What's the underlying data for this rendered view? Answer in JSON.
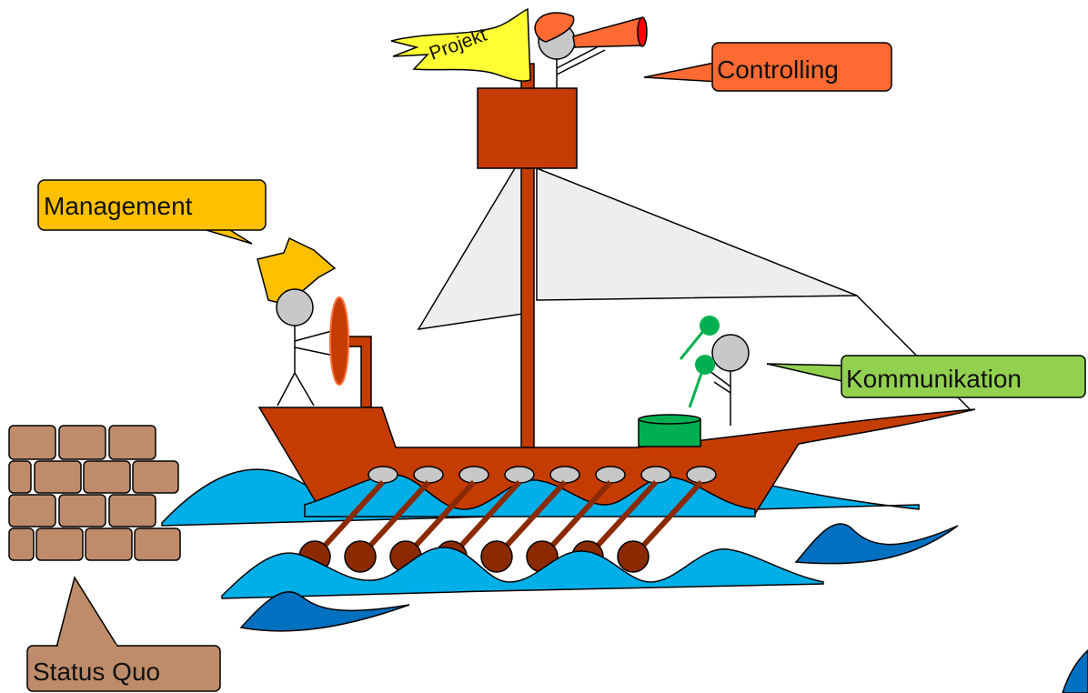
{
  "labels": {
    "project": "Projekt",
    "controlling": "Controlling",
    "management": "Management",
    "communication": "Kommunikation",
    "status_quo": "Status Quo"
  },
  "colors": {
    "hull": "#c43c00",
    "oar": "#8b2a00",
    "water_light": "#00aee8",
    "water_dark": "#0070c0",
    "sail": "#eeeeee",
    "brick": "#be8c6a",
    "flag": "#ffff33",
    "controlling_box": "#ff6a33",
    "management_box": "#ffc000",
    "communication_box": "#92d050",
    "status_box": "#be8c6a",
    "barrel": "#00b050",
    "head": "#c8c8c8"
  }
}
